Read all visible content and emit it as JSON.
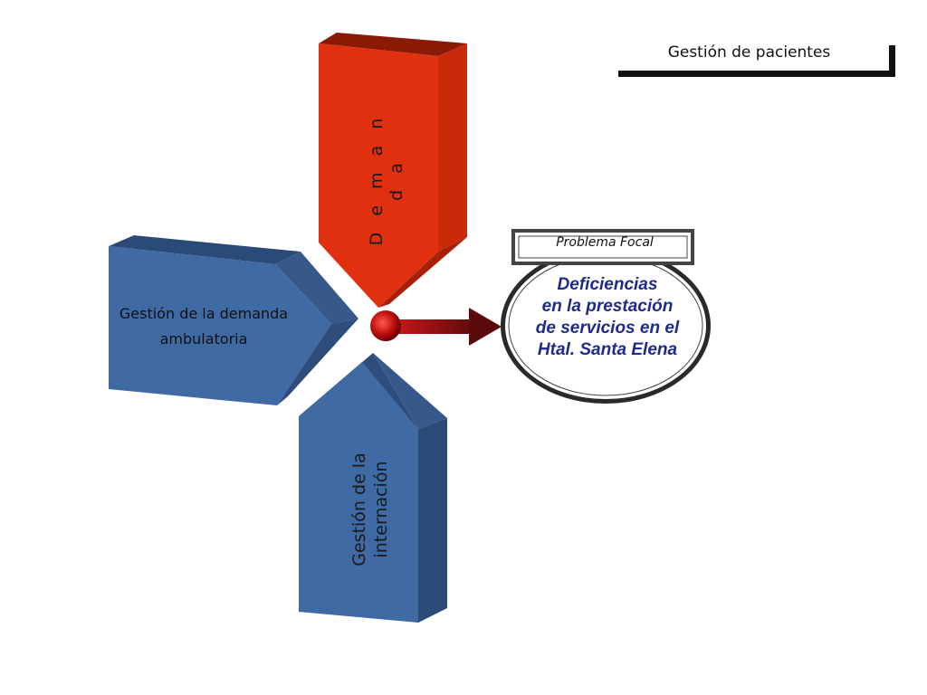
{
  "header": {
    "title": "Gestión de pacientes"
  },
  "arrows": {
    "demanda": {
      "label": "D e m a n d a",
      "color": "#e03010"
    },
    "ambulatoria": {
      "line1": "Gestión de la demanda",
      "line2": "ambulatoria",
      "color": "#3f6aa4"
    },
    "internacion": {
      "line1": "Gestión de la",
      "line2": "internación",
      "color": "#3f6aa4"
    }
  },
  "focal": {
    "label": "Problema Focal",
    "lines": [
      "Deficiencias",
      "en la prestación",
      "de servicios en el",
      "Htal. Santa Elena"
    ]
  }
}
